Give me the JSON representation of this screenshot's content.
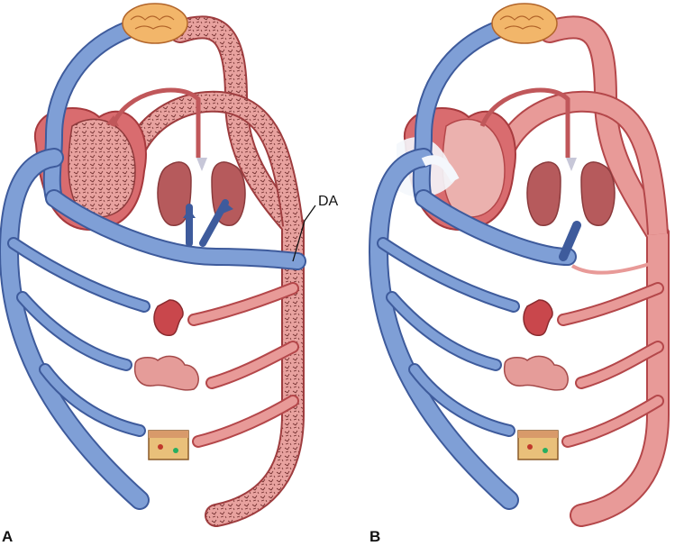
{
  "labels": {
    "panel_a": "A",
    "panel_b": "B",
    "ductus_arteriosus": "DA"
  },
  "colors": {
    "vein_fill": "#7f9fd6",
    "vein_stroke": "#3e5b9c",
    "artery_fill": "#e89a98",
    "artery_stroke": "#b4474a",
    "mixed_texture": "#6d2b2b",
    "heart_fill": "#d96c6f",
    "lung_fill": "#b65a5c",
    "brain_fill": "#f2b66a",
    "kidney_fill": "#c9474c",
    "gut_fill": "#e59c99",
    "skin_fill": "#e9c07a",
    "highlight_white": "#f4f7fc"
  },
  "icons": {
    "brain": "brain-icon",
    "lungs": "lungs-icon",
    "heart": "heart-icon",
    "kidney": "kidney-icon",
    "intestine": "intestine-icon",
    "skin": "skin-block-icon"
  }
}
